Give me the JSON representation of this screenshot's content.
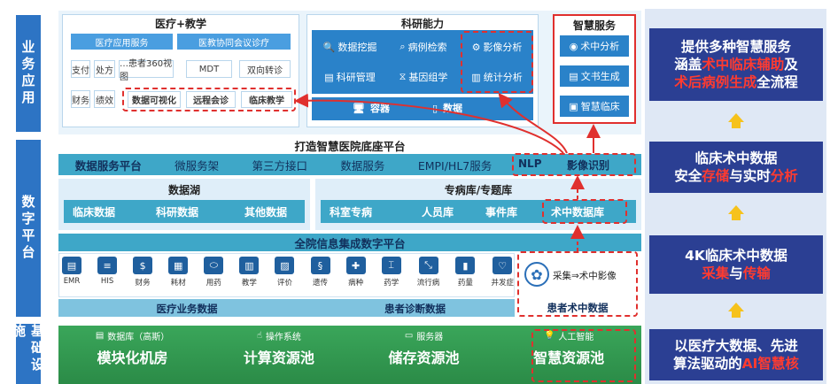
{
  "side": {
    "apps": "业务应用",
    "platform": "数字平台",
    "infra": "基础设施"
  },
  "med": {
    "title": "医疗+教学",
    "b1": "医疗应用服务",
    "b2": "医教协同会议诊疗",
    "t1": "支付",
    "t2": "处方",
    "t3": "…患者360视图",
    "t4": "MDT",
    "t5": "双向转诊",
    "t6": "财务",
    "t7": "绩效",
    "t8": "数据可视化",
    "t9": "远程会诊",
    "t10": "临床教学"
  },
  "research": {
    "title": "科研能力",
    "i1": "数据挖掘",
    "i2": "病例检索",
    "i3": "影像分析",
    "i4": "科研管理",
    "i5": "基因组学",
    "i6": "统计分析",
    "i7": "容器",
    "i8": "数据"
  },
  "smart": {
    "title": "智慧服务",
    "i1": "术中分析",
    "i2": "文书生成",
    "i3": "智慧临床"
  },
  "platform": {
    "title": "打造智慧医院底座平台",
    "svc": [
      "数据服务平台",
      "微服务架",
      "第三方接口",
      "数据服务",
      "EMPI/HL7服务"
    ],
    "nlp": "NLP",
    "img": "影像识别",
    "lake": "数据湖",
    "lake_items": [
      "临床数据",
      "科研数据",
      "其他数据"
    ],
    "special": "专病库/专题库",
    "special_items": [
      "科室专病",
      "人员库",
      "事件库",
      "术中数据库"
    ],
    "integ": "全院信息集成数字平台",
    "icons": [
      "EMR",
      "HIS",
      "财务",
      "耗材",
      "用药",
      "教学",
      "评价",
      "遗传",
      "病种",
      "药学",
      "流行病",
      "药量",
      "并发症"
    ],
    "collect": "采集⇒术中影像",
    "bottom": [
      "医疗业务数据",
      "患者诊断数据",
      "患者术中数据"
    ]
  },
  "infra": {
    "items": [
      {
        "small": "数据库（高斯）",
        "big": "模块化机房"
      },
      {
        "small": "操作系统",
        "big": "计算资源池"
      },
      {
        "small": "服务器",
        "big": "储存资源池"
      },
      {
        "small": "人工智能",
        "big": "智慧资源池"
      }
    ]
  },
  "right": {
    "c1a": "提供多种智慧服务",
    "c1b": "涵盖",
    "c1c": "术中临床辅助",
    "c1d": "及",
    "c1e": "术后病例生成",
    "c1f": "全流程",
    "c2a": "临床术中数据",
    "c2b": "安全",
    "c2c": "存储",
    "c2d": "与实时",
    "c2e": "分析",
    "c3a": "4K临床术中数据",
    "c3b": "采集",
    "c3c": "与",
    "c3d": "传输",
    "c4a": "以医疗大数据、先进",
    "c4b": "算法驱动的",
    "c4c": "AI智慧核"
  }
}
